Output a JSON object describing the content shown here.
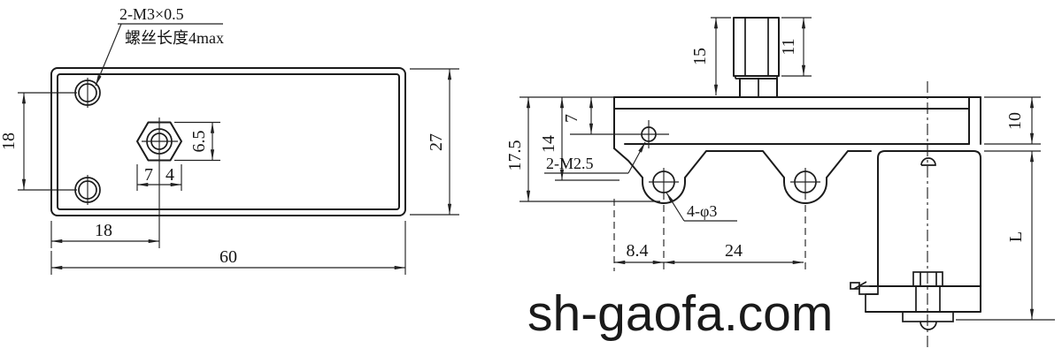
{
  "watermark": "sh-gaofa.com",
  "colors": {
    "line": "#1b1b1b",
    "background": "#ffffff"
  },
  "left_view": {
    "callout_line1": "2-M3×0.5",
    "callout_line2": "螺丝长度4max",
    "dim_hole_spacing_vertical": "18",
    "dim_hex_height": "6.5",
    "dim_hex_left": "7",
    "dim_hex_right": "4",
    "dim_edge_to_hex": "18",
    "dim_total_width": "60",
    "dim_total_height": "27"
  },
  "right_view": {
    "dim_knob_total_height": "15",
    "dim_knob_body_height": "11",
    "dim_top_to_small_hole": "7",
    "dim_top_to_big_hole": "14",
    "dim_total_depth": "17.5",
    "callout_small_holes": "2-M2.5",
    "callout_big_holes": "4-φ3",
    "dim_edge_to_hole": "8.4",
    "dim_hole_pitch": "24",
    "dim_plate_thickness": "10",
    "dim_body_length": "L"
  }
}
